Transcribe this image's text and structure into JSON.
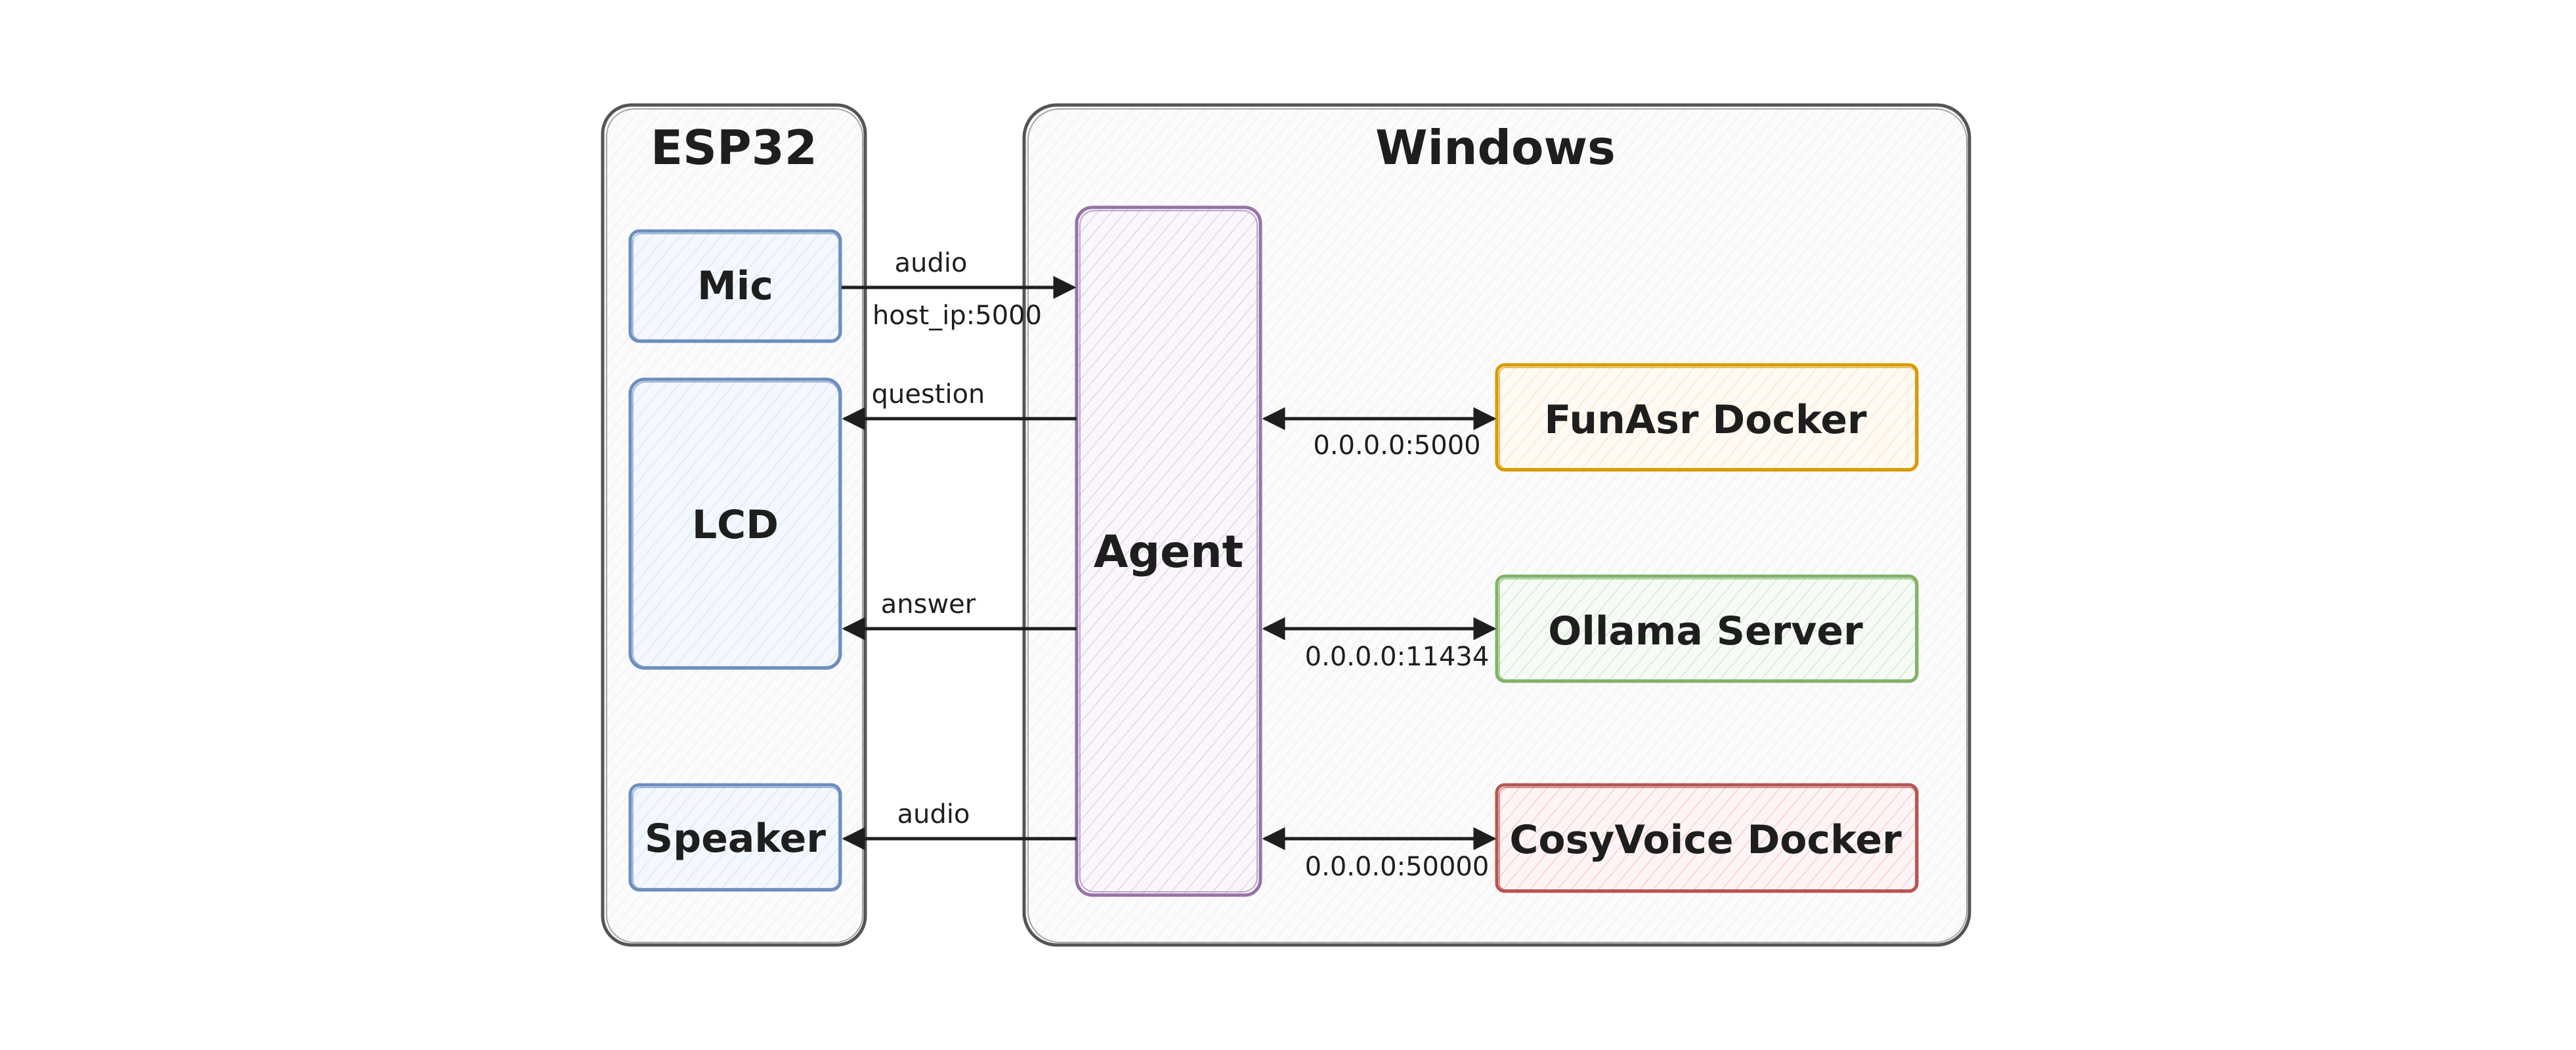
{
  "groups": {
    "esp32": {
      "title": "ESP32"
    },
    "windows": {
      "title": "Windows"
    }
  },
  "nodes": {
    "mic": "Mic",
    "lcd": "LCD",
    "speaker": "Speaker",
    "agent": "Agent",
    "funasr": "FunAsr Docker",
    "ollama": "Ollama Server",
    "cosyvoice": "CosyVoice Docker"
  },
  "edges": {
    "mic_audio": "audio",
    "mic_host": "host_ip:5000",
    "question": "question",
    "answer": "answer",
    "speaker_audio": "audio",
    "funasr_port": "0.0.0.0:5000",
    "ollama_port": "0.0.0.0:11434",
    "cosyvoice_port": "0.0.0.0:50000"
  },
  "colors": {
    "group_stroke": "#555555",
    "group_fill": "#f7f7f7",
    "blue_stroke": "#6c8ebf",
    "blue_fill": "#dae8fc",
    "purple_stroke": "#9673a6",
    "purple_fill": "#e1d5e7",
    "orange_stroke": "#d79b00",
    "orange_fill": "#ffe6cc",
    "green_stroke": "#82b366",
    "green_fill": "#d5e8d4",
    "red_stroke": "#b85450",
    "red_fill": "#f8cecc",
    "arrow": "#1e1e1e"
  }
}
